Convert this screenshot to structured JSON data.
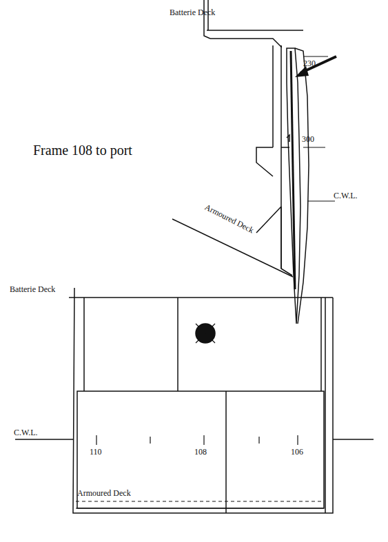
{
  "diagram": {
    "labels": [
      "Batterie Deck",
      "230",
      "300",
      "Frame 108 to port",
      "Armoured Deck",
      "C.W.L.",
      "Batterie Deck",
      "C.W.L.",
      "110",
      "108",
      "106",
      "Armoured Deck"
    ]
  }
}
